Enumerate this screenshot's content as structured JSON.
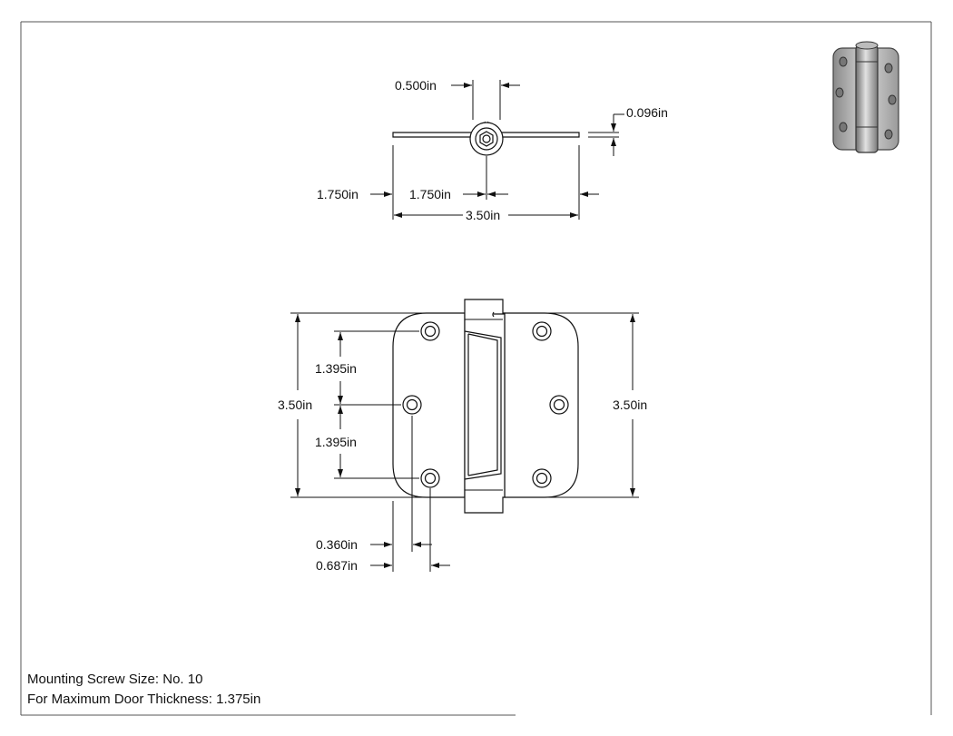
{
  "drawing": {
    "top_view": {
      "pin_width": "0.500in",
      "leaf_thickness": "0.096in",
      "left_leaf_width": "1.750in",
      "right_leaf_width": "1.750in",
      "overall_width": "3.50in"
    },
    "front_view": {
      "hole_spacing_upper": "1.395in",
      "hole_spacing_lower": "1.395in",
      "height_left": "3.50in",
      "height_right": "3.50in",
      "hole_offset_inner": "0.360in",
      "hole_offset_outer": "0.687in"
    },
    "notes": {
      "screw_size": "Mounting Screw Size: No. 10",
      "door_thickness": "For Maximum Door Thickness: 1.375in"
    }
  }
}
